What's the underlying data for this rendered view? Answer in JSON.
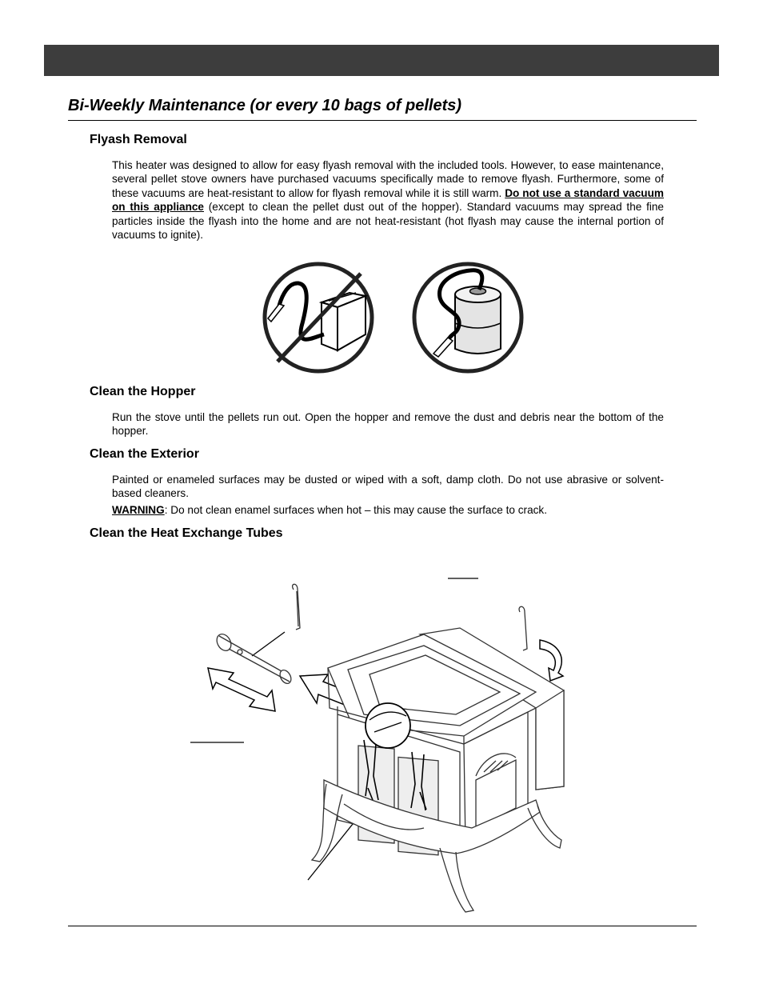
{
  "section": {
    "title": "Bi-Weekly Maintenance (or every 10 bags of pellets)"
  },
  "flyash": {
    "heading": "Flyash Removal",
    "text_before": "This heater was designed to allow for easy flyash removal with the included tools.  However, to ease maintenance, several pellet stove owners have purchased vacuums specifically made to remove flyash.  Furthermore, some of these vacuums are heat-resistant to allow for flyash removal while it is still warm.  ",
    "warning_bold": "Do not use a standard vacuum on this appliance",
    "text_after": " (except to clean the pellet dust out of the hopper).  Standard vacuums may spread the fine particles inside the flyash into the home and are not heat-resistant (hot flyash may cause the internal portion of vacuums to ignite)."
  },
  "hopper": {
    "heading": "Clean the Hopper",
    "text": "Run the stove until the pellets run out.  Open the hopper and remove the dust and debris near the bottom of the hopper."
  },
  "exterior": {
    "heading": "Clean the Exterior",
    "text": "Painted or enameled surfaces may be dusted or wiped with a soft, damp cloth.  Do not use abrasive or solvent-based cleaners.",
    "warning_label": "WARNING",
    "warning_text": ": Do not clean enamel surfaces when hot – this may cause the surface to crack."
  },
  "heat_exchange": {
    "heading": "Clean the Heat Exchange Tubes"
  }
}
